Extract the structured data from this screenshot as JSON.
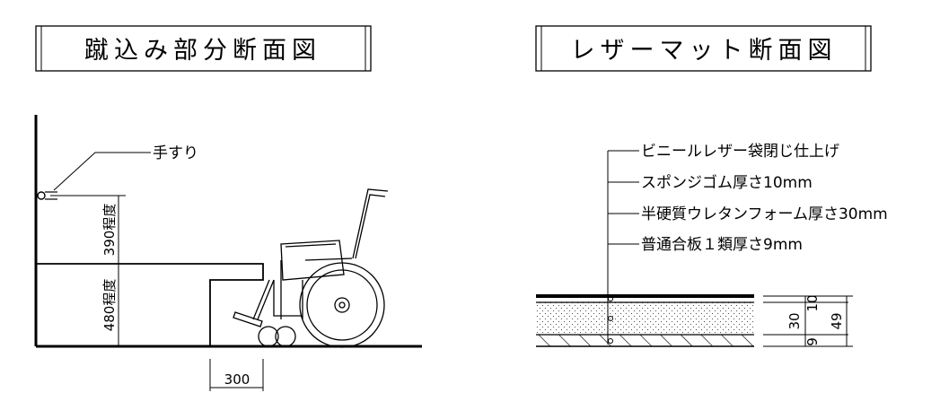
{
  "left_title": "蹴込み部分断面図",
  "right_title": "レザーマット断面図",
  "left_diagram": {
    "handrail_label": "手すり",
    "dim_upper": "390程度",
    "dim_lower": "480程度",
    "dim_bottom": "300"
  },
  "right_diagram": {
    "layers": [
      "ビニールレザー袋閉じ仕上げ",
      "スポンジゴム厚さ10mm",
      "半硬質ウレタンフォーム厚さ30mm",
      "普通合板１類厚さ9mm"
    ],
    "dim_top": "10",
    "dim_middle": "30",
    "dim_bottom": "9",
    "dim_total": "49"
  }
}
